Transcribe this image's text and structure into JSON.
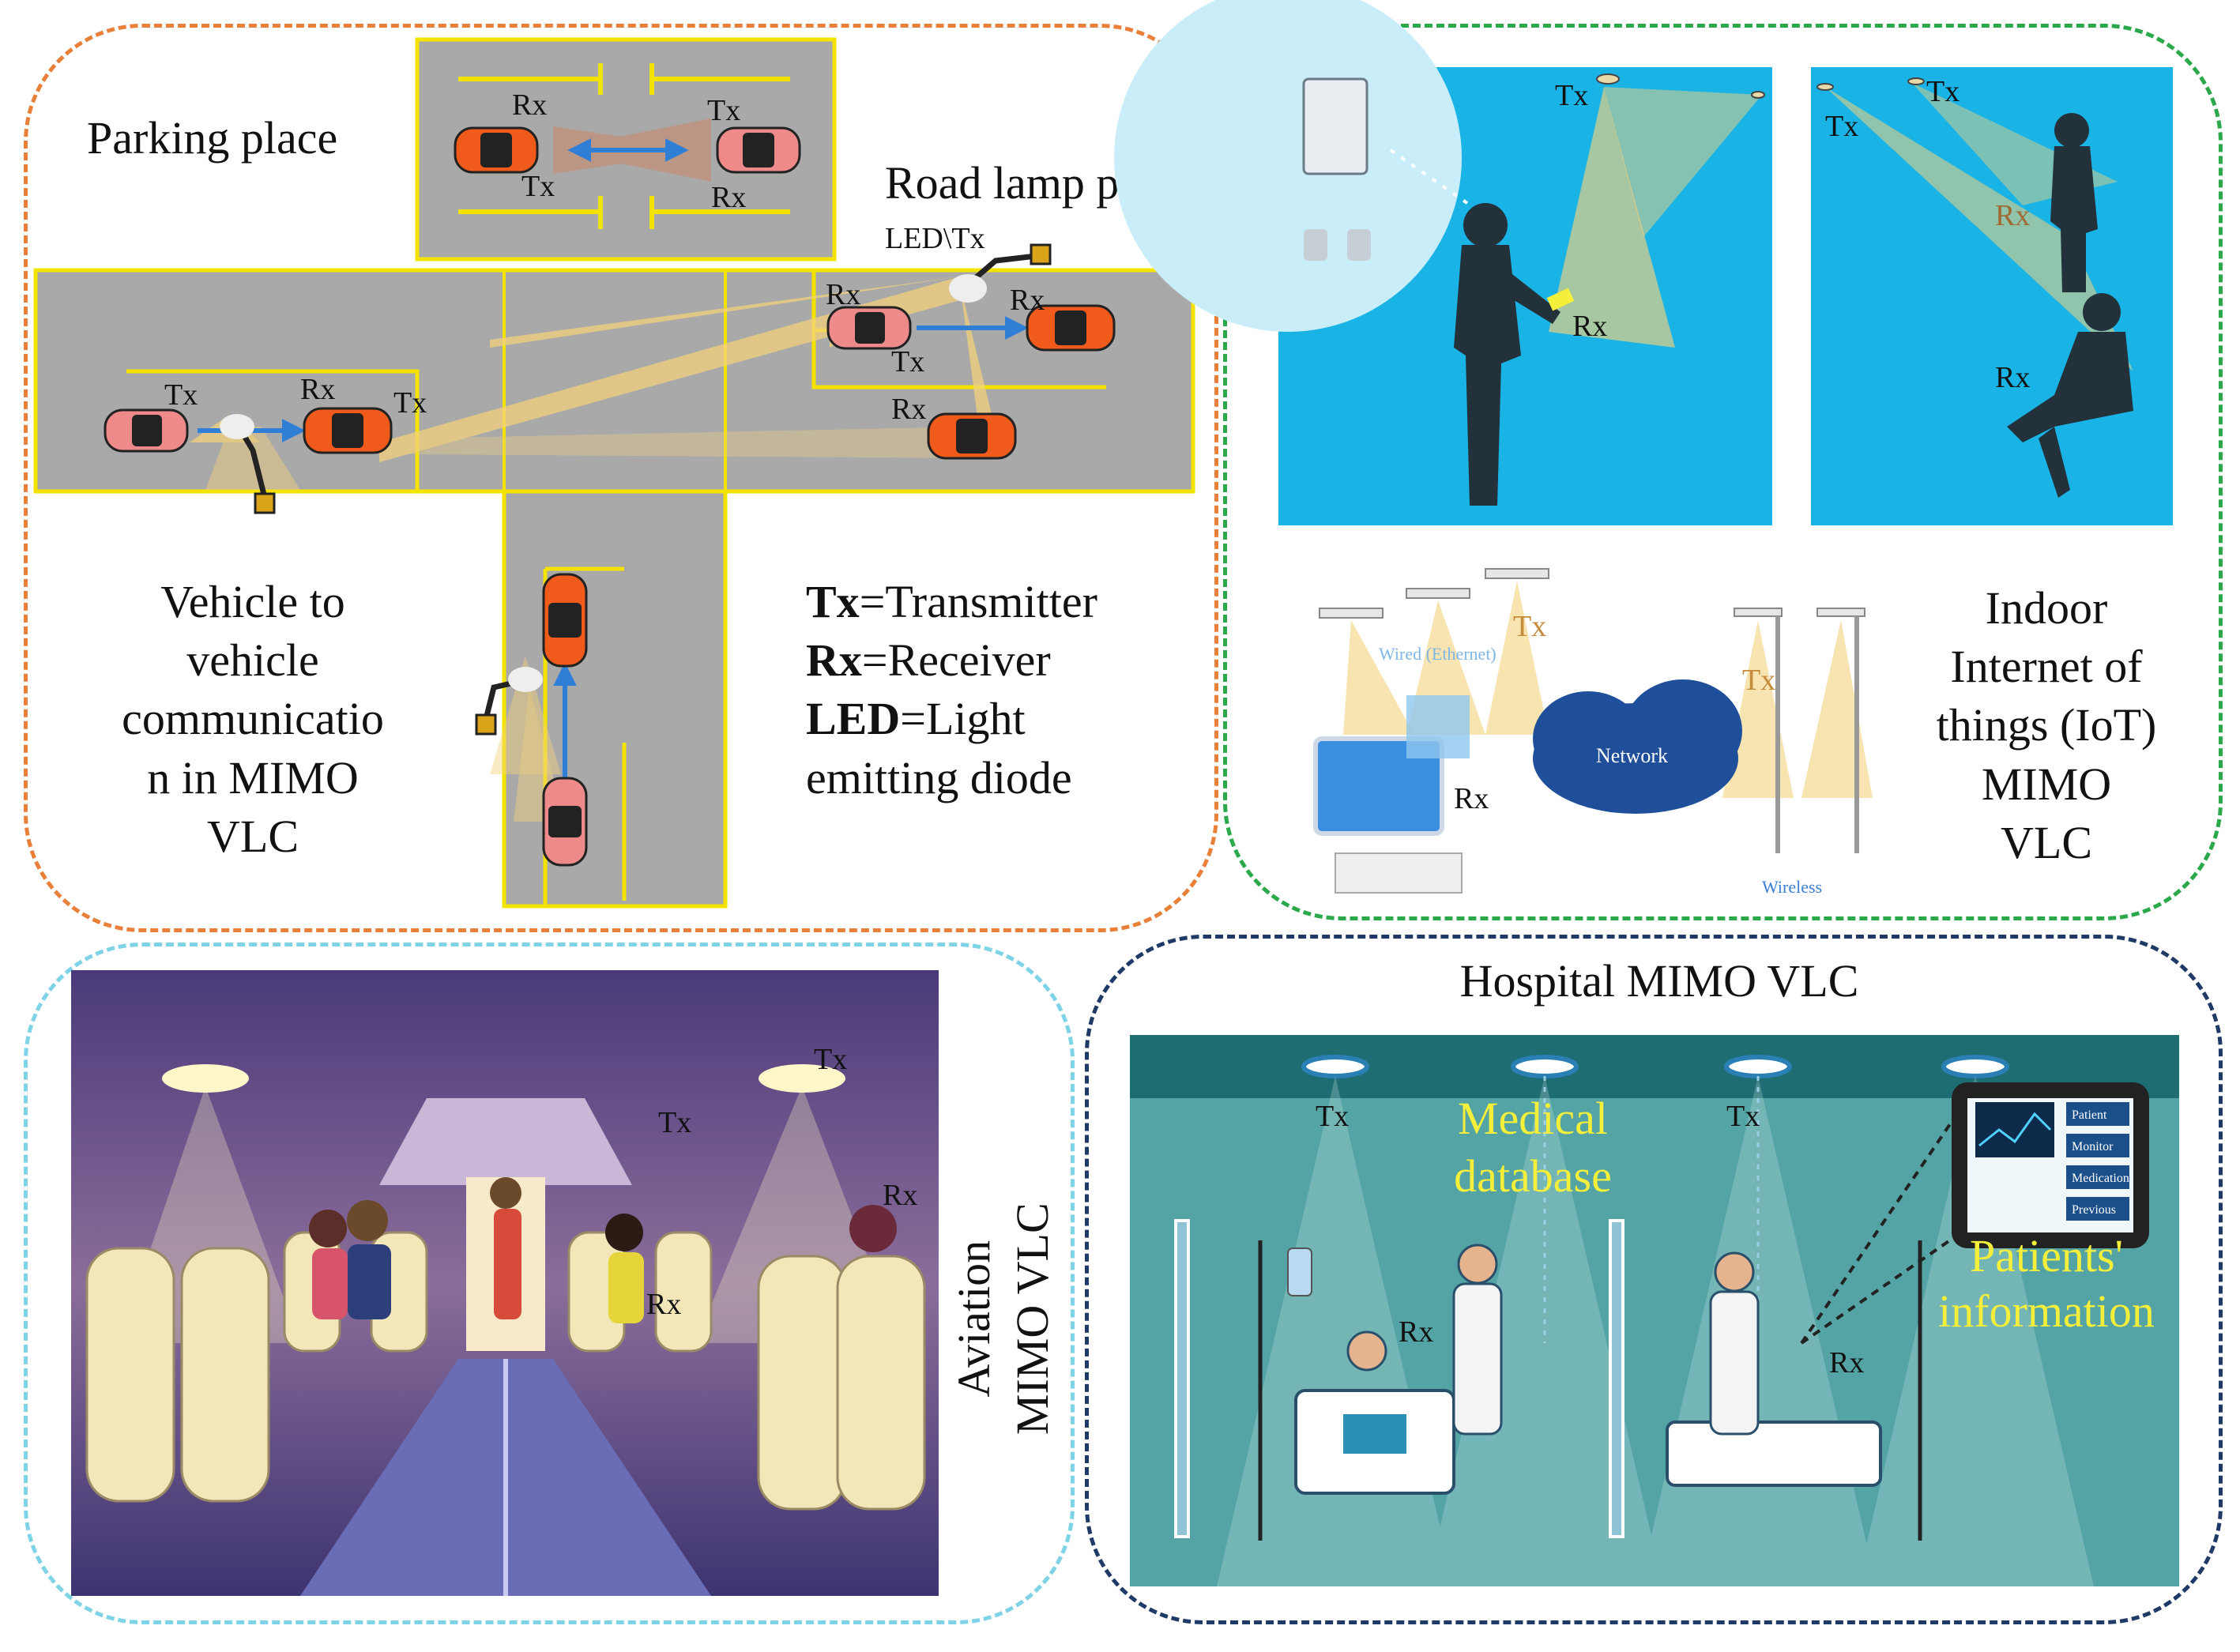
{
  "colors": {
    "v2v_border": "#e8803a",
    "iot_border": "#2aa84a",
    "aviation_border": "#7fd3e6",
    "hospital_border": "#1f3a66",
    "road": "#a9a9a9",
    "lane_line": "#f2e400",
    "light_beam": "#f3d27c",
    "car_orange": "#f05a1a",
    "car_pink": "#ee8a8a",
    "arrow_blue": "#2f7fd6",
    "yellow_text": "#f4ef3a"
  },
  "v2v": {
    "parking_label": "Parking place",
    "road_lamp_label": "Road lamp post",
    "led_tx_label": "LED\\Tx",
    "title_lines": [
      "Vehicle to",
      "vehicle",
      "communicatio",
      "n in MIMO",
      "VLC"
    ],
    "legend": [
      {
        "key": "Tx",
        "value": "=Transmitter"
      },
      {
        "key": "Rx",
        "value": "=Receiver"
      },
      {
        "key": "LED",
        "value": "=Light"
      },
      {
        "key": "",
        "value": "emitting diode"
      }
    ],
    "tags": {
      "park_rx_top": "Rx",
      "park_tx_top": "Tx",
      "park_tx_bottom": "Tx",
      "park_rx_bottom": "Rx",
      "left_tx": "Tx",
      "left_rx": "Rx",
      "left_tx2": "Tx",
      "right_rx": "Rx",
      "right_rx2": "Rx",
      "right_tx": "Tx",
      "right_rx3": "Rx"
    }
  },
  "iot": {
    "title_lines": [
      "Indoor",
      "Internet of",
      "things (IoT)",
      "MIMO",
      "VLC"
    ],
    "tags": {
      "scene1_tx": "Tx",
      "scene1_rx": "Rx",
      "scene2_tx1": "Tx",
      "scene2_tx2": "Tx",
      "scene2_rx1": "Rx",
      "scene2_rx2": "Rx",
      "scene3_tx1": "Tx",
      "scene3_tx2": "Tx",
      "scene3_rx": "Rx"
    },
    "network_text": "Network",
    "wired_text": "Wired (Ethernet)",
    "wireless_text": "Wireless"
  },
  "aviation": {
    "title_lines": [
      "Aviation",
      "MIMO VLC"
    ],
    "tags": {
      "tx1": "Tx",
      "tx2": "Tx",
      "rx1": "Rx",
      "rx2": "Rx"
    }
  },
  "hospital": {
    "title": "Hospital MIMO VLC",
    "medical_db_lines": [
      "Medical",
      "database"
    ],
    "patients_info_lines": [
      "Patients'",
      "information"
    ],
    "tags": {
      "tx1": "Tx",
      "tx2": "Tx",
      "rx1": "Rx",
      "rx2": "Rx"
    },
    "tablet_menu": [
      "Patient",
      "Monitor",
      "Medication",
      "Previous"
    ]
  }
}
